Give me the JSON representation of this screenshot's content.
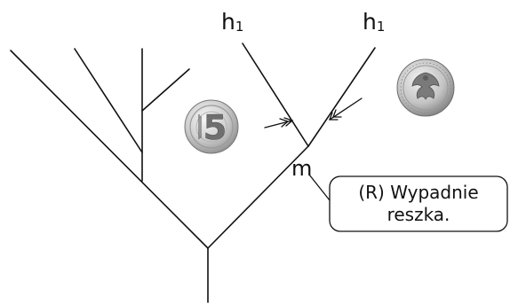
{
  "labels": {
    "h1_left_main": "h",
    "h1_left_sub": "1",
    "h1_right_main": "h",
    "h1_right_sub": "1",
    "m": "m"
  },
  "callout": {
    "text": "(R) Wypadnie reszka."
  },
  "coins": {
    "left_coin": {
      "denomination": "5",
      "icon": "polish-5-zloty-coin-icon"
    },
    "right_coin": {
      "icon": "polish-eagle-coin-icon"
    }
  }
}
